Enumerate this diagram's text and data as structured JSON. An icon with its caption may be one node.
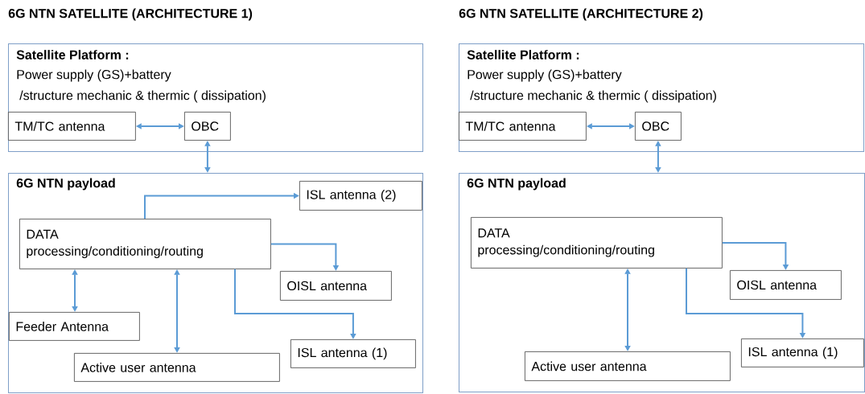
{
  "diagram": {
    "labels": [
      "6G NTN SATELLITE (ARCHITECTURE 1)",
      "6G NTN SATELLITE (ARCHITECTURE 2)"
    ],
    "nodes": [
      {
        "text": [
          "Satellite Platform :",
          "Power supply (GS)+battery",
          "/structure mechanic & thermic ( dissipation)"
        ]
      },
      {
        "text": [
          "TM/TC antenna"
        ],
        "in": 0
      },
      {
        "text": [
          "OBC"
        ],
        "in": 0
      },
      {
        "text": [
          "6G NTN payload"
        ]
      },
      {
        "text": [
          "ISL antenna (2)"
        ],
        "in": 3
      },
      {
        "text": [
          "DATA processing/conditioning/routing"
        ],
        "in": 3
      },
      {
        "text": [
          "OISL antenna"
        ],
        "in": 3
      },
      {
        "text": [
          "Feeder Antenna"
        ],
        "in": 3
      },
      {
        "text": [
          "ISL antenna (1)"
        ],
        "in": 3
      },
      {
        "text": [
          "Active user antenna"
        ],
        "in": 3
      },
      {
        "text": [
          "Satellite Platform :",
          "Power supply (GS)+battery",
          "/structure mechanic & thermic ( dissipation)"
        ]
      },
      {
        "text": [
          "TM/TC antenna"
        ],
        "in": 10
      },
      {
        "text": [
          "OBC"
        ],
        "in": 10
      },
      {
        "text": [
          "6G NTN payload"
        ]
      },
      {
        "text": [
          "DATA processing/conditioning/routing"
        ],
        "in": 13
      },
      {
        "text": [
          "OISL antenna"
        ],
        "in": 13
      },
      {
        "text": [
          "ISL antenna (1)"
        ],
        "in": 13
      },
      {
        "text": [
          "Active user antenna"
        ],
        "in": 13
      }
    ],
    "edges": [
      {
        "from": 1,
        "to": 2,
        "arrow": "both"
      },
      {
        "from": 2,
        "to": 3,
        "arrow": "both"
      },
      {
        "from": 5,
        "to": 4,
        "arrow": "to"
      },
      {
        "from": 5,
        "to": 6,
        "arrow": "to"
      },
      {
        "from": 5,
        "to": 8,
        "arrow": "to"
      },
      {
        "from": 5,
        "to": 7,
        "arrow": "both"
      },
      {
        "from": 5,
        "to": 9,
        "arrow": "both"
      },
      {
        "from": 11,
        "to": 12,
        "arrow": "both"
      },
      {
        "from": 12,
        "to": 13,
        "arrow": "both"
      },
      {
        "from": 14,
        "to": 15,
        "arrow": "to"
      },
      {
        "from": 14,
        "to": 16,
        "arrow": "to"
      },
      {
        "from": 14,
        "to": 17,
        "arrow": "both"
      }
    ]
  }
}
